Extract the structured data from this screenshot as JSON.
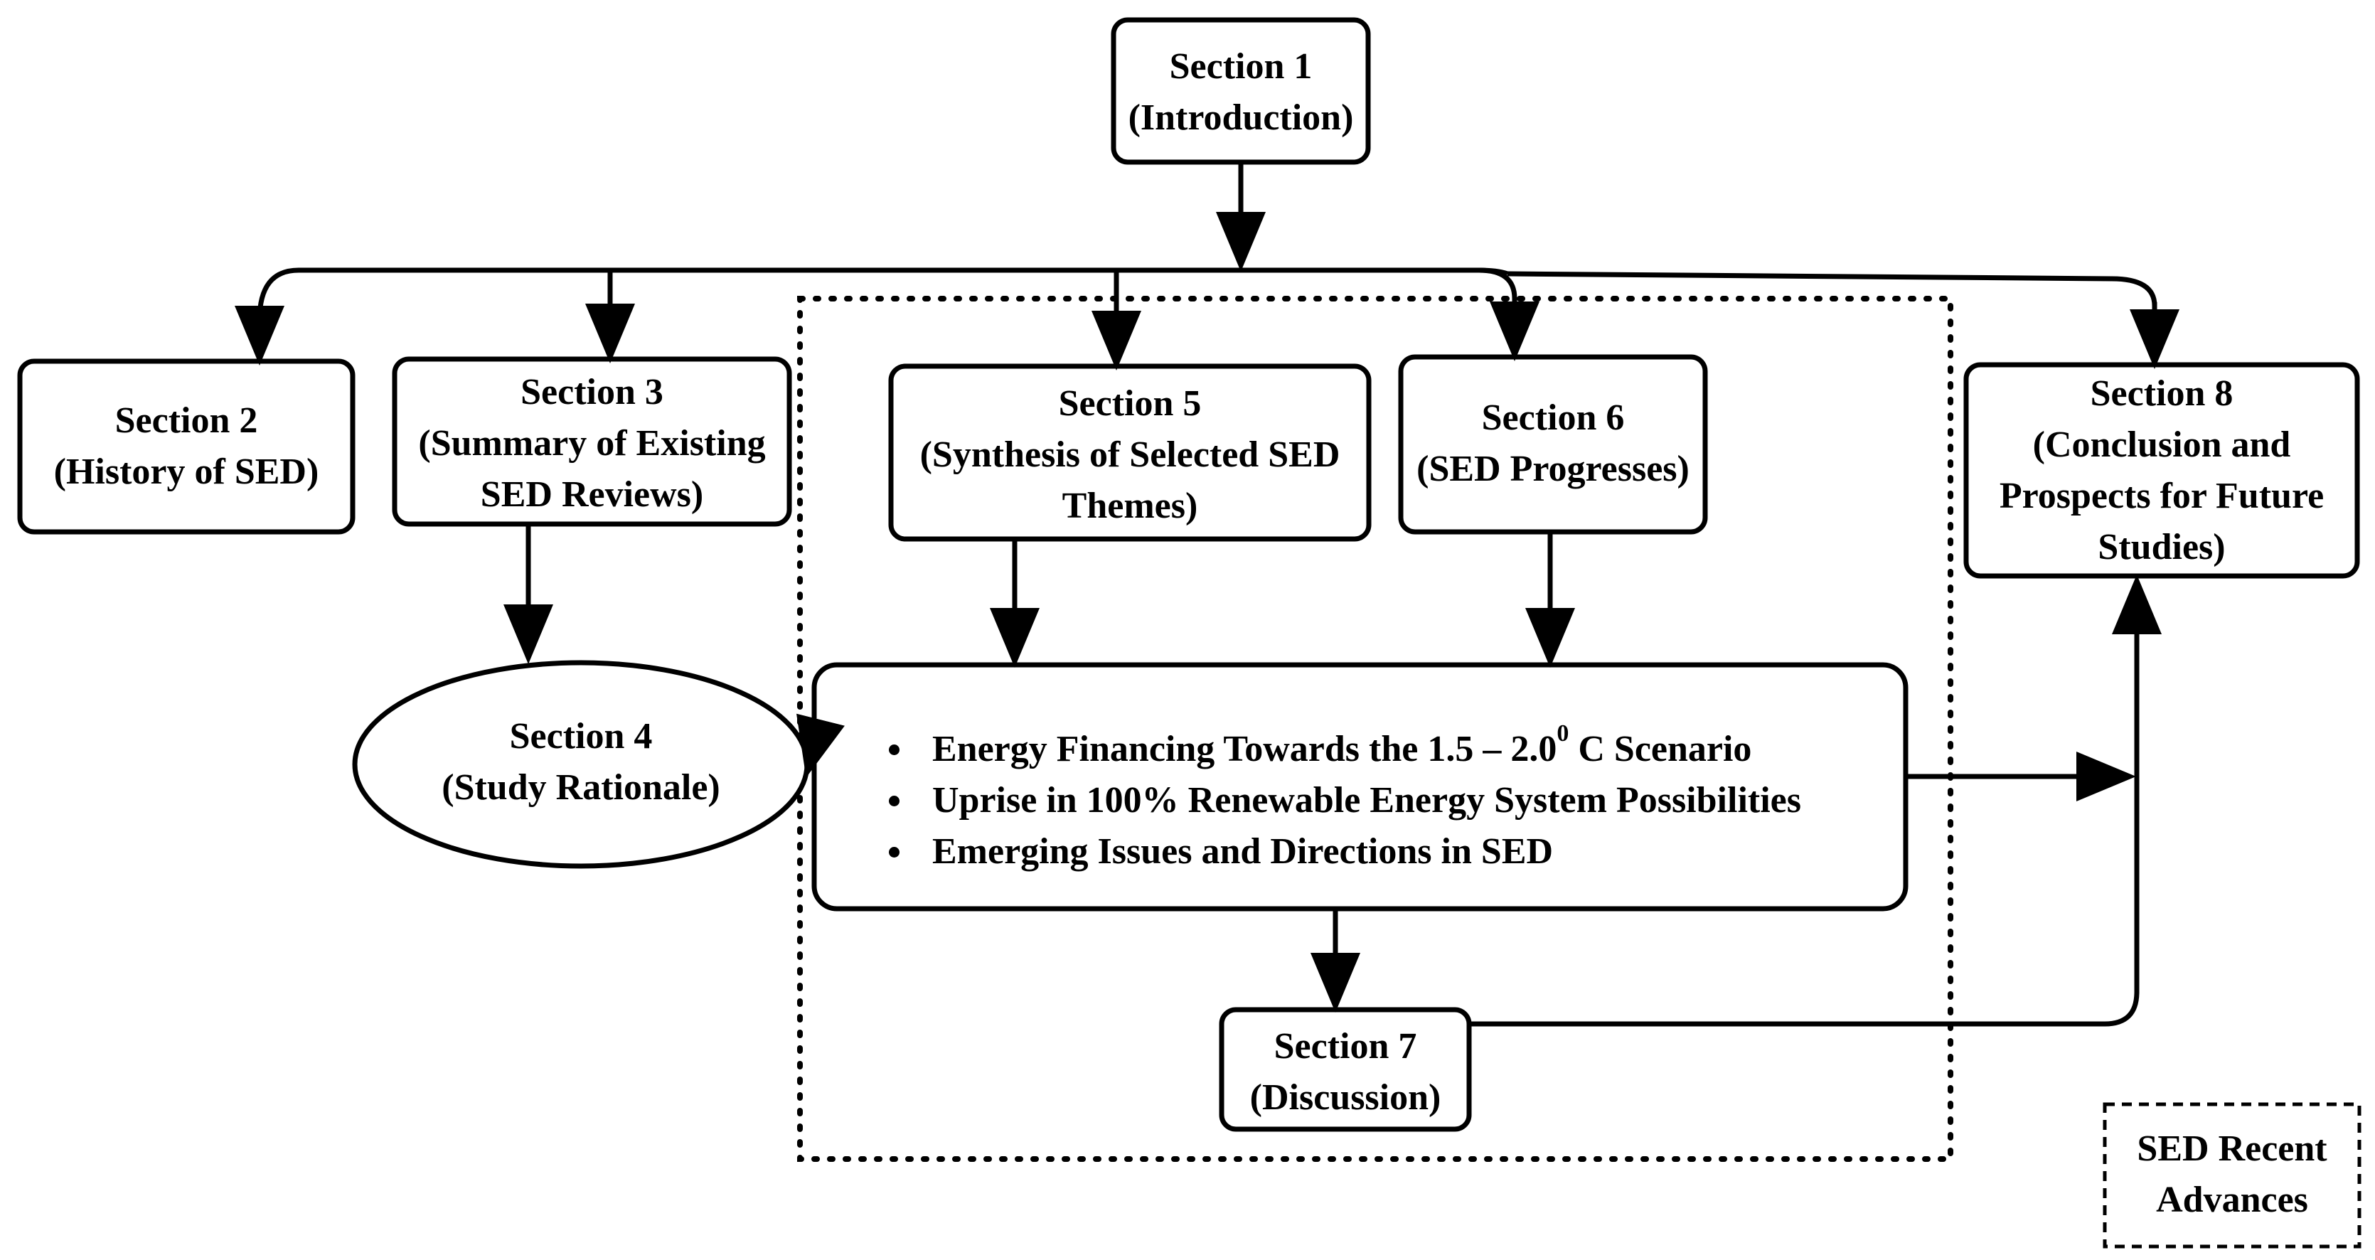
{
  "sections": {
    "s1": {
      "title": "Section 1",
      "subtitle": "(Introduction)"
    },
    "s2": {
      "title": "Section 2",
      "subtitle": "(History of SED)"
    },
    "s3": {
      "title": "Section 3",
      "line2": "(Summary of Existing",
      "line3": "SED Reviews)"
    },
    "s4": {
      "title": "Section 4",
      "subtitle": "(Study Rationale)"
    },
    "s5": {
      "title": "Section 5",
      "line2": "(Synthesis of Selected SED",
      "line3": "Themes)"
    },
    "s6": {
      "title": "Section 6",
      "subtitle": "(SED Progresses)"
    },
    "s7": {
      "title": "Section 7",
      "subtitle": "(Discussion)"
    },
    "s8": {
      "title": "Section 8",
      "line2": "(Conclusion and",
      "line3": "Prospects for Future",
      "line4": "Studies)"
    }
  },
  "central": {
    "bullet1_pre": "Energy Financing Towards the 1.5 – 2.0",
    "bullet1_sup": "0",
    "bullet1_post": " C Scenario",
    "bullet2": "Uprise in 100% Renewable Energy System Possibilities",
    "bullet3": "Emerging Issues and Directions in SED"
  },
  "legend": {
    "line1": "SED Recent",
    "line2": "Advances"
  }
}
